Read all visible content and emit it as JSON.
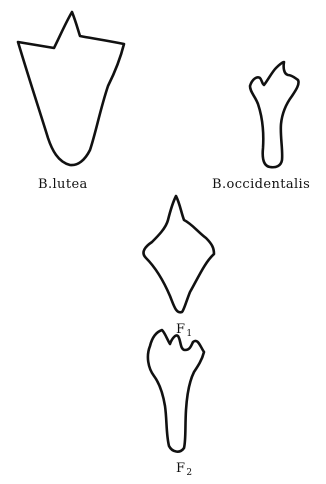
{
  "leaves": [
    {
      "id": "lutea",
      "label": "B.lutea",
      "sub": ""
    },
    {
      "id": "occidentalis",
      "label": "B.occidentalis",
      "sub": ""
    },
    {
      "id": "f1",
      "label": "F",
      "sub": "1"
    },
    {
      "id": "f2",
      "label": "F",
      "sub": "2"
    }
  ]
}
